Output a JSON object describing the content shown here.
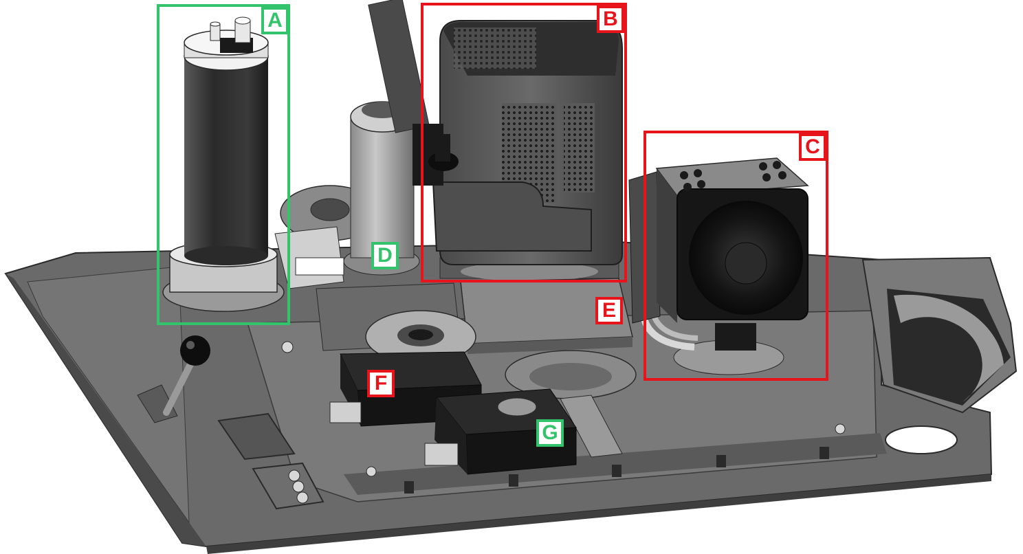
{
  "colors": {
    "green": "#33c36a",
    "red": "#e8141c",
    "plate": "#6a6a6a",
    "plate_dark": "#3e3e3e",
    "plate_light": "#9a9a9a",
    "component_black": "#1a1a1a",
    "cylinder": "#2d2d2d",
    "metal_light": "#d8d8d8"
  },
  "callouts": [
    {
      "id": "A",
      "label": "A",
      "color": "green"
    },
    {
      "id": "B",
      "label": "B",
      "color": "red"
    },
    {
      "id": "C",
      "label": "C",
      "color": "red"
    },
    {
      "id": "D",
      "label": "D",
      "color": "green"
    },
    {
      "id": "E",
      "label": "E",
      "color": "red"
    },
    {
      "id": "F",
      "label": "F",
      "color": "red"
    },
    {
      "id": "G",
      "label": "G",
      "color": "green"
    }
  ]
}
